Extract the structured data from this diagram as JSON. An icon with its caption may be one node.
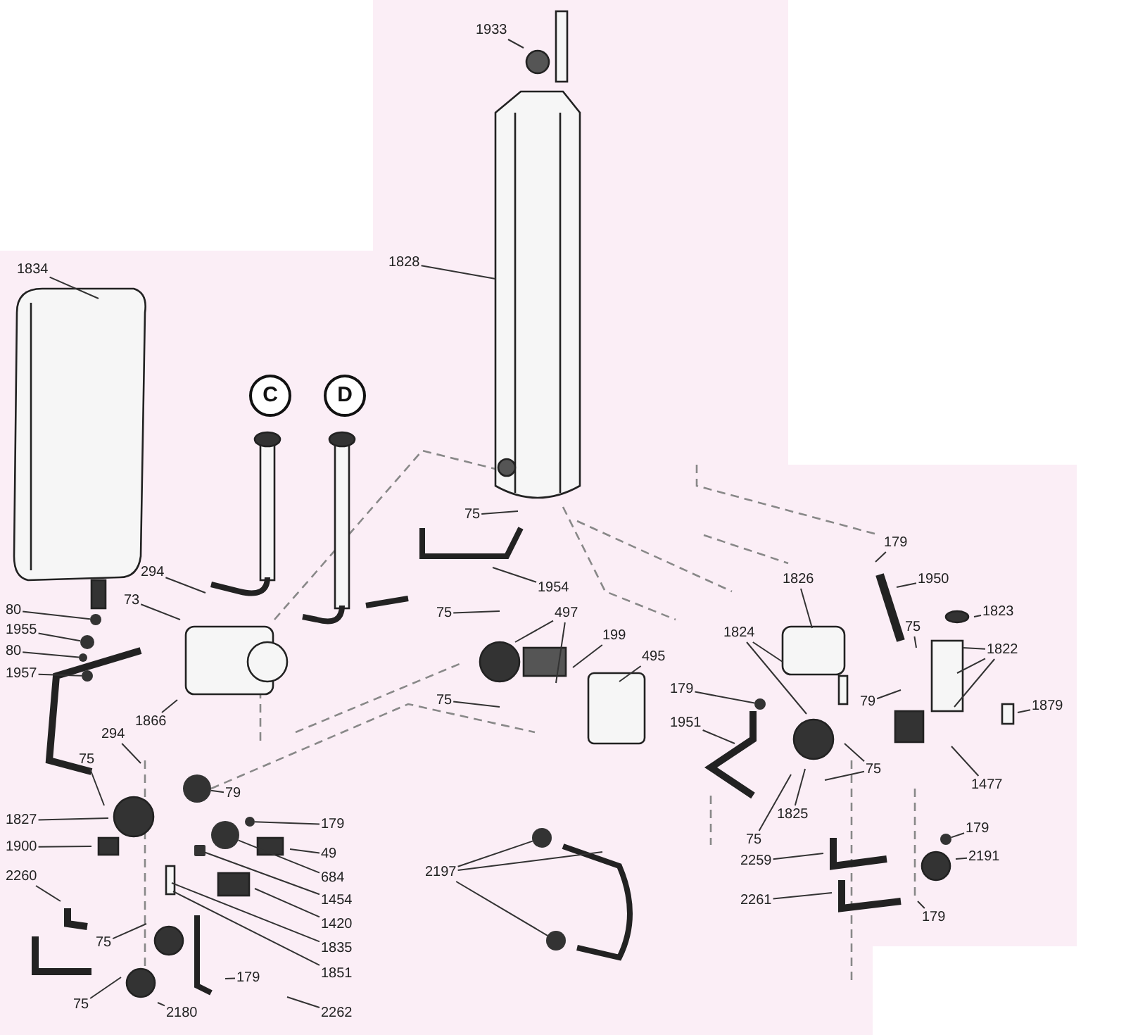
{
  "diagram": {
    "nodes": [
      {
        "text": [
          "1933"
        ]
      },
      {
        "text": [
          "1828"
        ]
      },
      {
        "text": [
          "1834"
        ]
      },
      {
        "text": [
          "C"
        ]
      },
      {
        "text": [
          "D"
        ]
      },
      {
        "text": [
          "75"
        ]
      },
      {
        "text": [
          "294"
        ]
      },
      {
        "text": [
          "73"
        ]
      },
      {
        "text": [
          "1954"
        ]
      },
      {
        "text": [
          "80"
        ]
      },
      {
        "text": [
          "497"
        ]
      },
      {
        "text": [
          "75"
        ]
      },
      {
        "text": [
          "1955"
        ]
      },
      {
        "text": [
          "199"
        ]
      },
      {
        "text": [
          "80"
        ]
      },
      {
        "text": [
          "495"
        ]
      },
      {
        "text": [
          "1957"
        ]
      },
      {
        "text": [
          "75"
        ]
      },
      {
        "text": [
          "1866"
        ]
      },
      {
        "text": [
          "294"
        ]
      },
      {
        "text": [
          "75"
        ]
      },
      {
        "text": [
          "79"
        ]
      },
      {
        "text": [
          "1827"
        ]
      },
      {
        "text": [
          "179"
        ]
      },
      {
        "text": [
          "1900"
        ]
      },
      {
        "text": [
          "49"
        ]
      },
      {
        "text": [
          "2260"
        ]
      },
      {
        "text": [
          "684"
        ]
      },
      {
        "text": [
          "1454"
        ]
      },
      {
        "text": [
          "1420"
        ]
      },
      {
        "text": [
          "75"
        ]
      },
      {
        "text": [
          "1835"
        ]
      },
      {
        "text": [
          "1851"
        ]
      },
      {
        "text": [
          "179"
        ]
      },
      {
        "text": [
          "75"
        ]
      },
      {
        "text": [
          "2180"
        ]
      },
      {
        "text": [
          "2262"
        ]
      },
      {
        "text": [
          "179"
        ]
      },
      {
        "text": [
          "1826"
        ]
      },
      {
        "text": [
          "1950"
        ]
      },
      {
        "text": [
          "1823"
        ]
      },
      {
        "text": [
          "75"
        ]
      },
      {
        "text": [
          "1824"
        ]
      },
      {
        "text": [
          "1822"
        ]
      },
      {
        "text": [
          "179"
        ]
      },
      {
        "text": [
          "79"
        ]
      },
      {
        "text": [
          "1879"
        ]
      },
      {
        "text": [
          "1951"
        ]
      },
      {
        "text": [
          "75"
        ]
      },
      {
        "text": [
          "1477"
        ]
      },
      {
        "text": [
          "1825"
        ]
      },
      {
        "text": [
          "179"
        ]
      },
      {
        "text": [
          "75"
        ]
      },
      {
        "text": [
          "2191"
        ]
      },
      {
        "text": [
          "2259"
        ]
      },
      {
        "text": [
          "2197"
        ]
      },
      {
        "text": [
          "2261"
        ]
      },
      {
        "text": [
          "179"
        ]
      },
      {
        "text": [],
        "shape": "circle"
      },
      {
        "text": [],
        "shape": "circle"
      },
      {
        "text": [],
        "shape": "circle"
      },
      {
        "text": [],
        "shape": "circle"
      },
      {
        "text": [],
        "shape": "circle"
      },
      {
        "text": [],
        "shape": "circle"
      },
      {
        "text": [],
        "shape": "circle"
      },
      {
        "text": [],
        "shape": "circle"
      },
      {
        "text": [],
        "shape": "circle"
      },
      {
        "text": [],
        "shape": "circle"
      },
      {
        "text": [],
        "shape": "circle"
      },
      {
        "text": [],
        "shape": "box"
      }
    ],
    "edges": [
      {
        "from": 0,
        "to": null,
        "arrow": "none"
      },
      {
        "from": 1,
        "to": null,
        "arrow": "none"
      },
      {
        "from": 2,
        "to": null,
        "arrow": "none"
      },
      {
        "from": 5,
        "to": null,
        "arrow": "none"
      },
      {
        "from": 6,
        "to": null,
        "arrow": "none"
      },
      {
        "from": 7,
        "to": null,
        "arrow": "none"
      },
      {
        "from": 8,
        "to": null,
        "arrow": "none"
      },
      {
        "from": 9,
        "to": 67,
        "arrow": "none"
      },
      {
        "from": 10,
        "to": null,
        "arrow": "none"
      },
      {
        "from": 10,
        "to": null,
        "arrow": "none"
      },
      {
        "from": 11,
        "to": null,
        "arrow": "none"
      },
      {
        "from": 12,
        "to": 58,
        "arrow": "none"
      },
      {
        "from": 13,
        "to": null,
        "arrow": "none"
      },
      {
        "from": 14,
        "to": 66,
        "arrow": "none"
      },
      {
        "from": 15,
        "to": null,
        "arrow": "none"
      },
      {
        "from": 16,
        "to": 59,
        "arrow": "none"
      },
      {
        "from": 17,
        "to": null,
        "arrow": "none"
      },
      {
        "from": 18,
        "to": null,
        "arrow": "none"
      },
      {
        "from": 19,
        "to": null,
        "arrow": "none"
      },
      {
        "from": 20,
        "to": null,
        "arrow": "none"
      },
      {
        "from": 21,
        "to": 60,
        "arrow": "none"
      },
      {
        "from": 22,
        "to": null,
        "arrow": "none"
      },
      {
        "from": 23,
        "to": 68,
        "arrow": "none"
      },
      {
        "from": 24,
        "to": null,
        "arrow": "none"
      },
      {
        "from": 25,
        "to": null,
        "arrow": "none"
      },
      {
        "from": 26,
        "to": null,
        "arrow": "none"
      },
      {
        "from": 27,
        "to": 61,
        "arrow": "none"
      },
      {
        "from": 28,
        "to": 69,
        "arrow": "none"
      },
      {
        "from": 29,
        "to": null,
        "arrow": "none"
      },
      {
        "from": 30,
        "to": null,
        "arrow": "none"
      },
      {
        "from": 31,
        "to": null,
        "arrow": "none"
      },
      {
        "from": 32,
        "to": null,
        "arrow": "none"
      },
      {
        "from": 33,
        "to": null,
        "arrow": "none"
      },
      {
        "from": 34,
        "to": null,
        "arrow": "none"
      },
      {
        "from": 35,
        "to": null,
        "arrow": "none"
      },
      {
        "from": 36,
        "to": null,
        "arrow": "none"
      },
      {
        "from": 37,
        "to": null,
        "arrow": "none"
      },
      {
        "from": 38,
        "to": null,
        "arrow": "none"
      },
      {
        "from": 39,
        "to": null,
        "arrow": "none"
      },
      {
        "from": 40,
        "to": null,
        "arrow": "none"
      },
      {
        "from": 41,
        "to": null,
        "arrow": "none"
      },
      {
        "from": 42,
        "to": null,
        "arrow": "none"
      },
      {
        "from": 42,
        "to": null,
        "arrow": "none"
      },
      {
        "from": 43,
        "to": null,
        "arrow": "none"
      },
      {
        "from": 43,
        "to": null,
        "arrow": "none"
      },
      {
        "from": 43,
        "to": null,
        "arrow": "none"
      },
      {
        "from": 44,
        "to": 62,
        "arrow": "none"
      },
      {
        "from": 45,
        "to": null,
        "arrow": "none"
      },
      {
        "from": 46,
        "to": null,
        "arrow": "none"
      },
      {
        "from": 47,
        "to": null,
        "arrow": "none"
      },
      {
        "from": 48,
        "to": null,
        "arrow": "none"
      },
      {
        "from": 48,
        "to": null,
        "arrow": "none"
      },
      {
        "from": 49,
        "to": null,
        "arrow": "none"
      },
      {
        "from": 50,
        "to": null,
        "arrow": "none"
      },
      {
        "from": 51,
        "to": 63,
        "arrow": "none"
      },
      {
        "from": 52,
        "to": null,
        "arrow": "none"
      },
      {
        "from": 53,
        "to": null,
        "arrow": "none"
      },
      {
        "from": 54,
        "to": null,
        "arrow": "none"
      },
      {
        "from": 55,
        "to": 65,
        "arrow": "none"
      },
      {
        "from": 55,
        "to": null,
        "arrow": "none"
      },
      {
        "from": 55,
        "to": 64,
        "arrow": "none"
      },
      {
        "from": 56,
        "to": null,
        "arrow": "none"
      },
      {
        "from": 57,
        "to": null,
        "arrow": "none"
      }
    ]
  }
}
